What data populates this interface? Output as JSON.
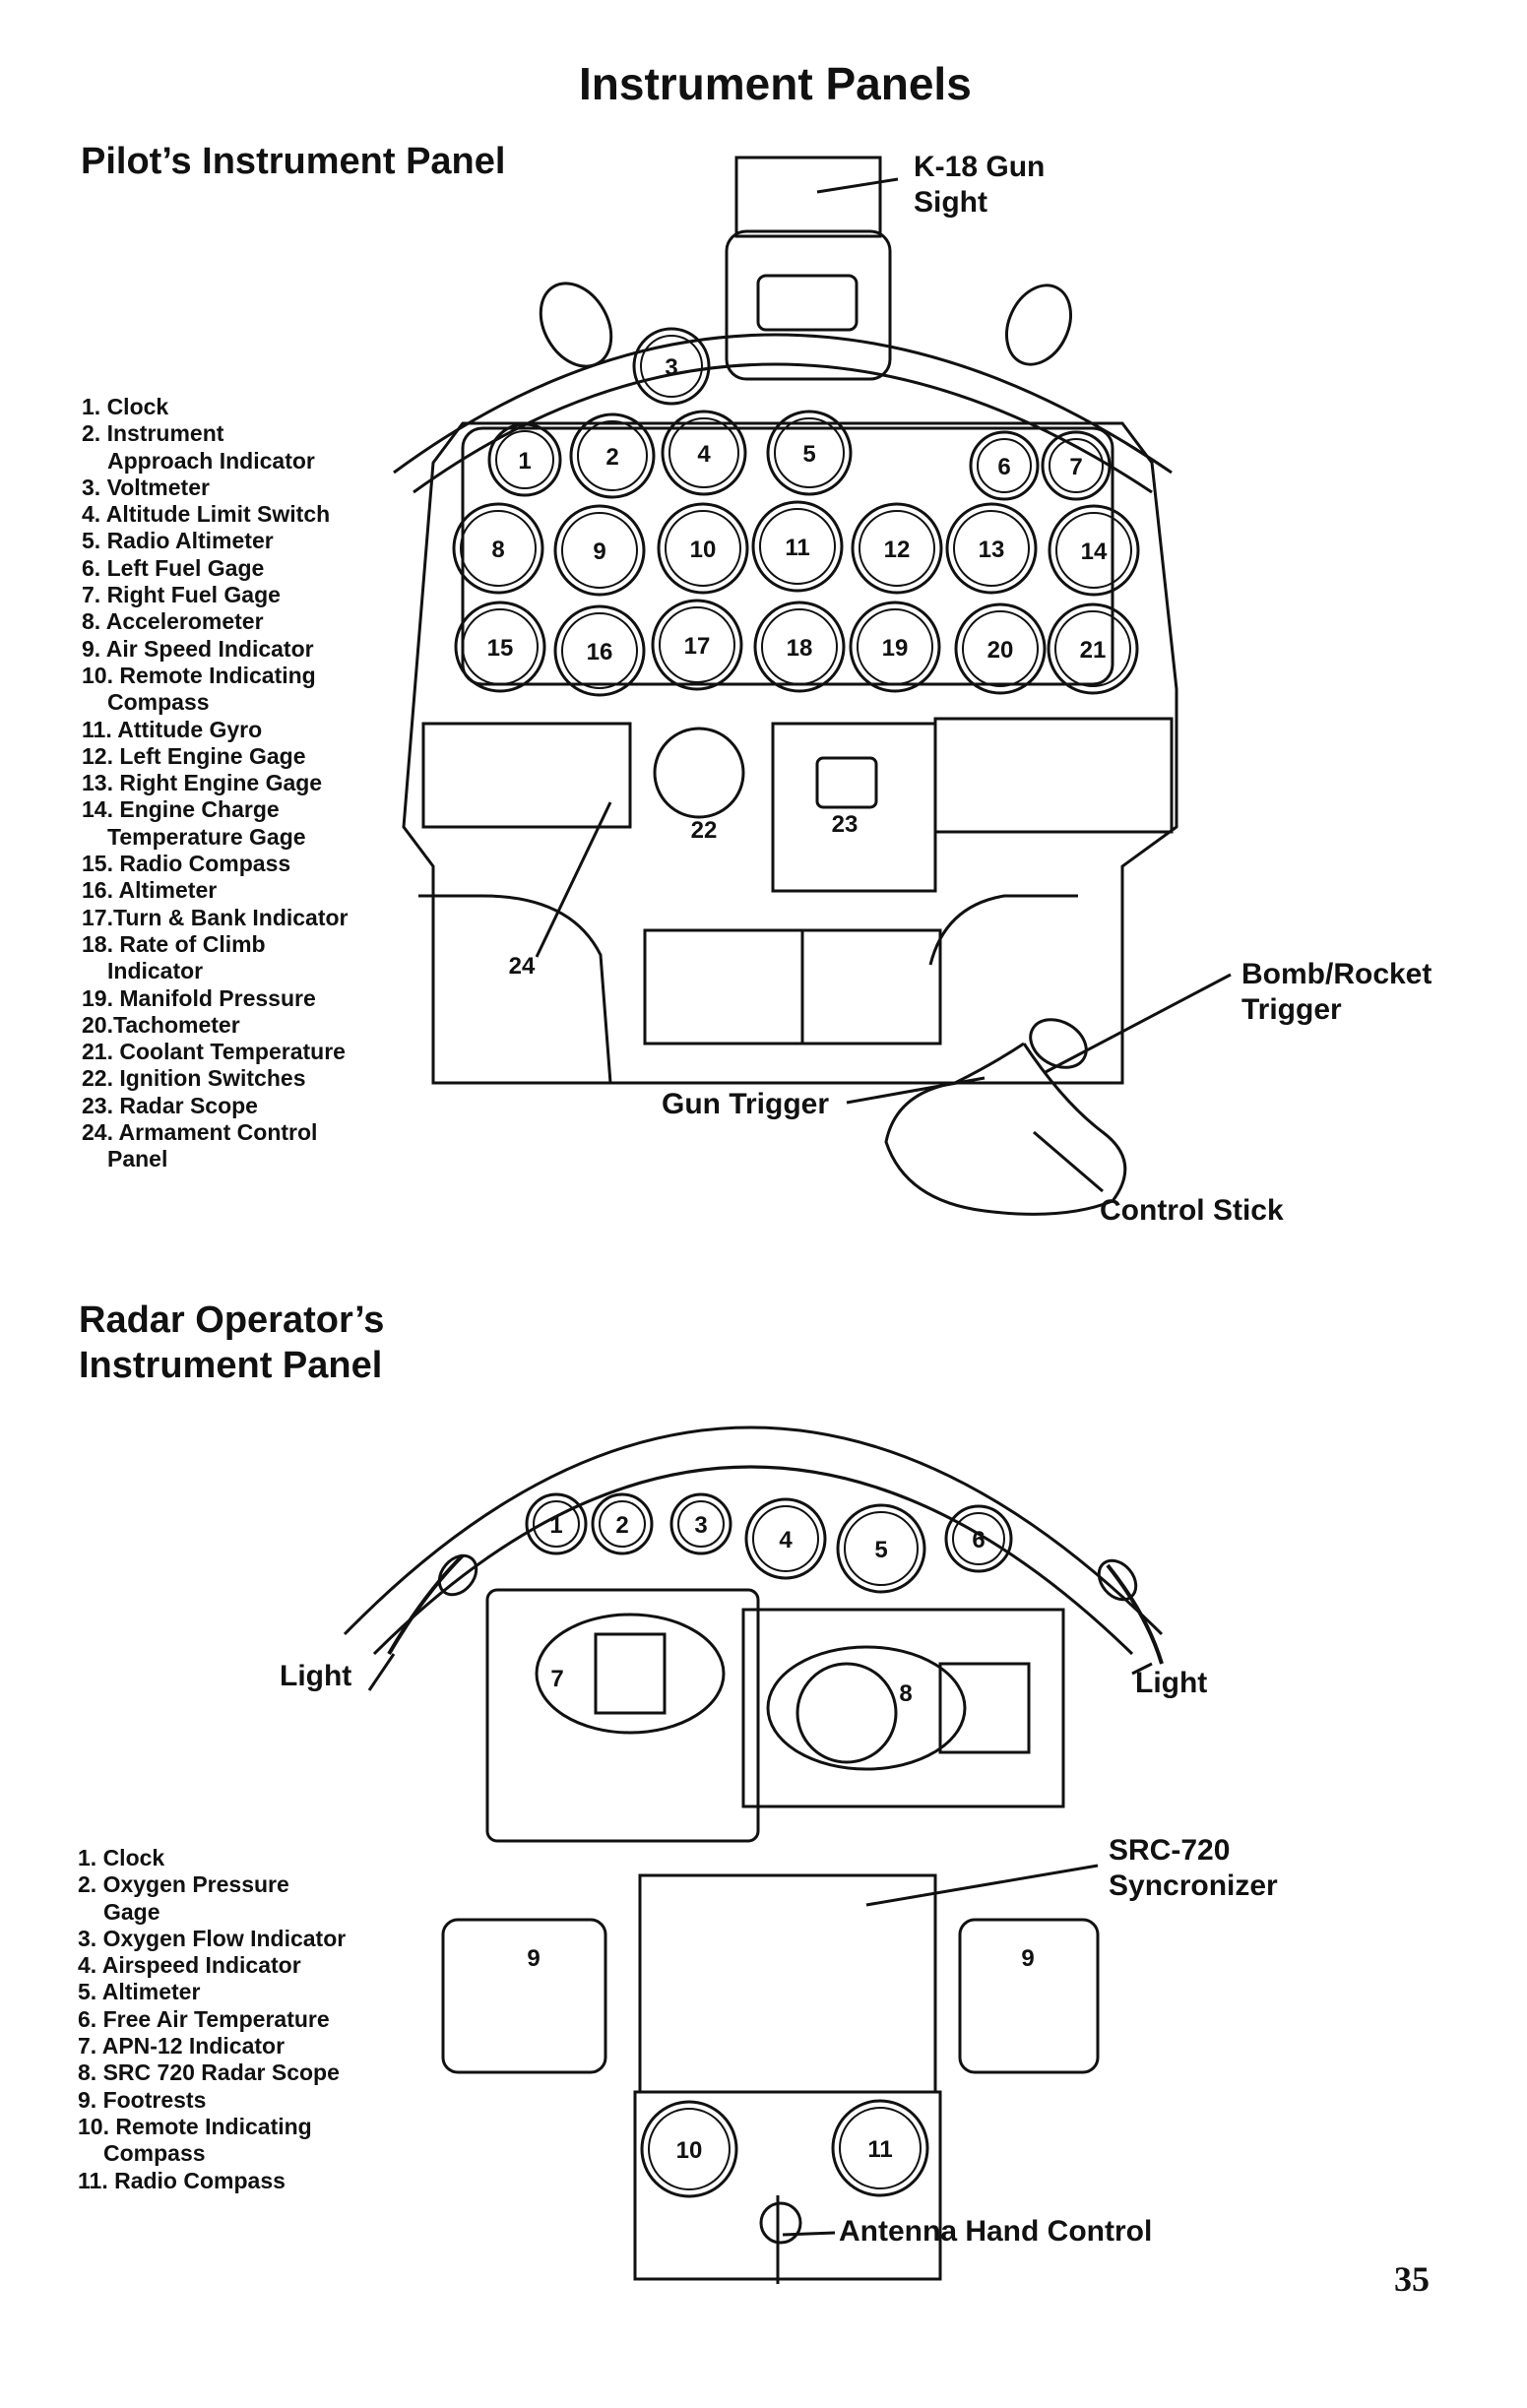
{
  "page_title": "Instrument Panels",
  "pilot_panel": {
    "heading": "Pilot’s Instrument Panel",
    "legend": [
      [
        "1. Clock"
      ],
      [
        "2. Instrument",
        "Approach Indicator"
      ],
      [
        "3. Voltmeter"
      ],
      [
        "4. Altitude Limit Switch"
      ],
      [
        "5. Radio Altimeter"
      ],
      [
        "6. Left Fuel Gage"
      ],
      [
        "7. Right Fuel Gage"
      ],
      [
        "8. Accelerometer"
      ],
      [
        "9. Air Speed Indicator"
      ],
      [
        "10. Remote Indicating",
        "Compass"
      ],
      [
        "11. Attitude Gyro"
      ],
      [
        "12. Left Engine Gage"
      ],
      [
        "13. Right Engine Gage"
      ],
      [
        "14. Engine Charge",
        "Temperature Gage"
      ],
      [
        "15. Radio Compass"
      ],
      [
        "16. Altimeter"
      ],
      [
        "17.Turn & Bank Indicator"
      ],
      [
        "18. Rate of Climb",
        "Indicator"
      ],
      [
        "19. Manifold Pressure"
      ],
      [
        "20.Tachometer"
      ],
      [
        "21. Coolant Temperature"
      ],
      [
        "22. Ignition Switches"
      ],
      [
        "23. Radar Scope"
      ],
      [
        "24. Armament Control",
        "Panel"
      ]
    ],
    "callouts": {
      "gun_sight": [
        "K-18 Gun",
        "Sight"
      ],
      "bomb_trigger": [
        "Bomb/Rocket",
        "Trigger"
      ],
      "gun_trigger": "Gun Trigger",
      "control_stick": "Control Stick"
    },
    "gauge_numbers": [
      "1",
      "2",
      "3",
      "4",
      "5",
      "6",
      "7",
      "8",
      "9",
      "10",
      "11",
      "12",
      "13",
      "14",
      "15",
      "16",
      "17",
      "18",
      "19",
      "20",
      "21",
      "22",
      "23",
      "24"
    ]
  },
  "radar_panel": {
    "heading": [
      "Radar Operator’s",
      "Instrument Panel"
    ],
    "legend": [
      [
        "1. Clock"
      ],
      [
        "2. Oxygen Pressure",
        "Gage"
      ],
      [
        "3. Oxygen Flow Indicator"
      ],
      [
        "4. Airspeed Indicator"
      ],
      [
        "5. Altimeter"
      ],
      [
        "6. Free Air Temperature"
      ],
      [
        "7. APN-12 Indicator"
      ],
      [
        "8. SRC 720 Radar Scope"
      ],
      [
        "9. Footrests"
      ],
      [
        "10. Remote Indicating",
        "Compass"
      ],
      [
        "11. Radio Compass"
      ]
    ],
    "callouts": {
      "light_left": "Light",
      "light_right": "Light",
      "syncronizer": [
        "SRC-720",
        "Syncronizer"
      ],
      "antenna": "Antenna Hand Control"
    },
    "gauge_numbers": [
      "1",
      "2",
      "3",
      "4",
      "5",
      "6",
      "7",
      "8",
      "9",
      "9",
      "10",
      "11"
    ]
  },
  "page_number": "35"
}
